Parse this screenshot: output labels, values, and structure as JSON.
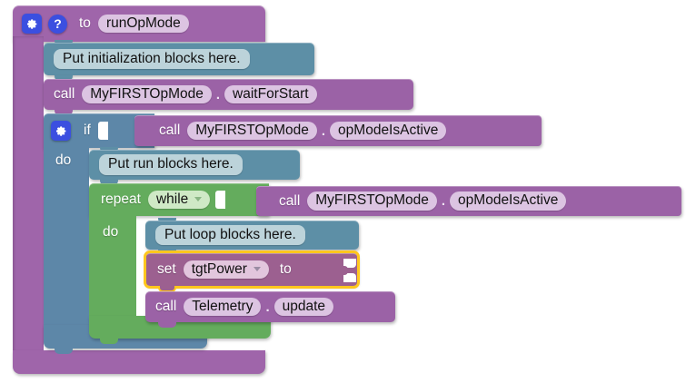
{
  "workspace": {
    "background_color": "#ffffff",
    "title": "Blockly OpMode Workspace"
  },
  "colors": {
    "procedure_purple": "#9f65aa",
    "call_purple": "#9b62a6",
    "if_slate": "#5d87a8",
    "loop_green": "#64ac5d",
    "comment_slate": "#5d8fa6",
    "set_variable_purple": "#9c6090",
    "selection_highlight": "#ffc61e",
    "icon_blue": "#3b4fe0",
    "field_pill": "#dcc4e2"
  },
  "blocks": {
    "procedure_def": {
      "gear_icon": "gear-icon",
      "help_icon": "help-icon",
      "to_label": "to",
      "name_field": "runOpMode"
    },
    "init_comment": {
      "text": "Put initialization blocks here."
    },
    "call_wait_for_start": {
      "call_label": "call",
      "object_field": "MyFIRSTOpMode",
      "separator": ".",
      "method_field": "waitForStart"
    },
    "if_block": {
      "gear_icon": "gear-icon",
      "if_label": "if",
      "do_label": "do",
      "condition": {
        "call_label": "call",
        "object_field": "MyFIRSTOpMode",
        "separator": ".",
        "method_field": "opModeIsActive"
      }
    },
    "run_comment": {
      "text": "Put run blocks here."
    },
    "repeat_block": {
      "repeat_label": "repeat",
      "mode_field": "while",
      "mode_caret": "chevron-down-icon",
      "do_label": "do",
      "condition": {
        "call_label": "call",
        "object_field": "MyFIRSTOpMode",
        "separator": ".",
        "method_field": "opModeIsActive"
      }
    },
    "loop_comment": {
      "text": "Put loop blocks here."
    },
    "set_variable": {
      "set_label": "set",
      "variable_field": "tgtPower",
      "variable_caret": "chevron-down-icon",
      "to_label": "to",
      "value": "",
      "selected": true
    },
    "call_telemetry_update": {
      "call_label": "call",
      "object_field": "Telemetry",
      "separator": ".",
      "method_field": "update"
    }
  }
}
